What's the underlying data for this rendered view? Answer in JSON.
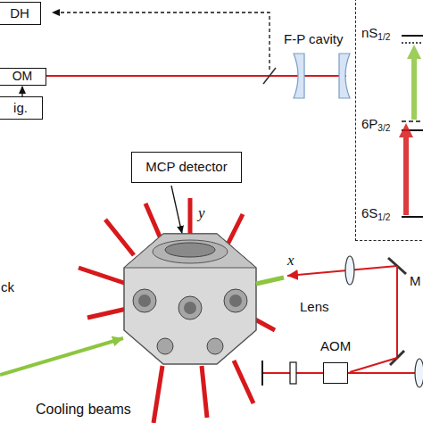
{
  "diagram": {
    "nodes": [
      {
        "text": [
          "DH"
        ]
      },
      {
        "text": [
          "OM"
        ]
      },
      {
        "text": [
          "ig."
        ]
      },
      {
        "text": [
          "nS1/2",
          "6P3/2",
          "6S1/2"
        ]
      },
      {
        "text": [
          "MCP detector"
        ]
      },
      {
        "text": [
          "AOM"
        ]
      }
    ],
    "edges": [
      {
        "from": 2,
        "to": 1,
        "arrow": "to"
      }
    ],
    "labels": [
      "F-P cavity",
      "y",
      "ck",
      "x",
      "Lens",
      "Cooling beams",
      "M"
    ]
  }
}
